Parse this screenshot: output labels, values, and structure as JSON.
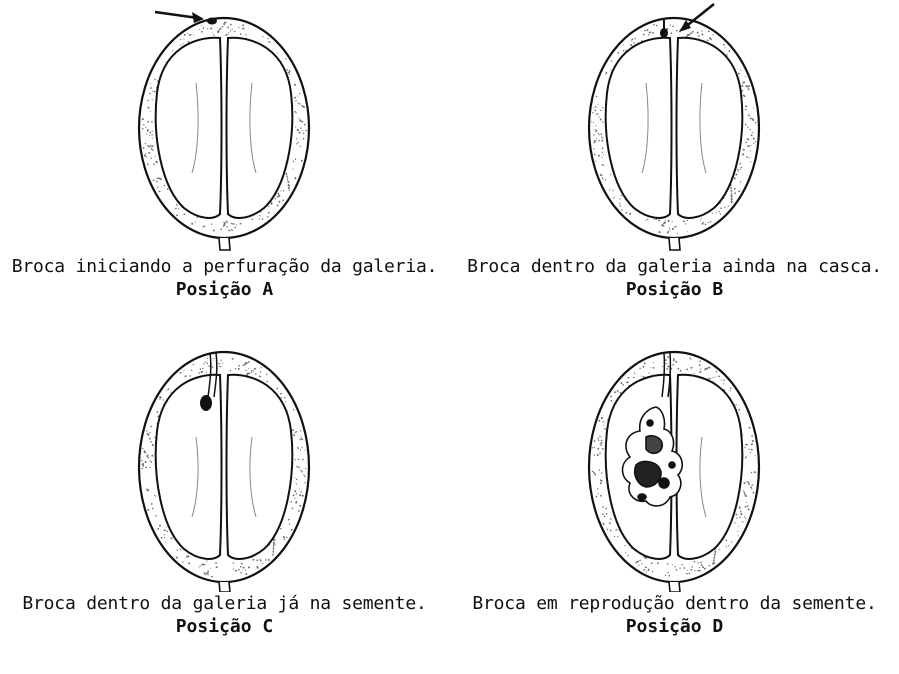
{
  "panels": [
    {
      "id": "A",
      "caption": "Broca iniciando a perfuração da galeria.",
      "position": "Posição A"
    },
    {
      "id": "B",
      "caption": "Broca dentro da galeria ainda na casca.",
      "position": "Posição B"
    },
    {
      "id": "C",
      "caption": "Broca dentro da galeria já na semente.",
      "position": "Posição C"
    },
    {
      "id": "D",
      "caption": "Broca em reprodução dentro da semente.",
      "position": "Posição D"
    }
  ],
  "colors": {
    "ink": "#111111",
    "pulp_dots": "#6d6d6d",
    "background": "#ffffff"
  }
}
